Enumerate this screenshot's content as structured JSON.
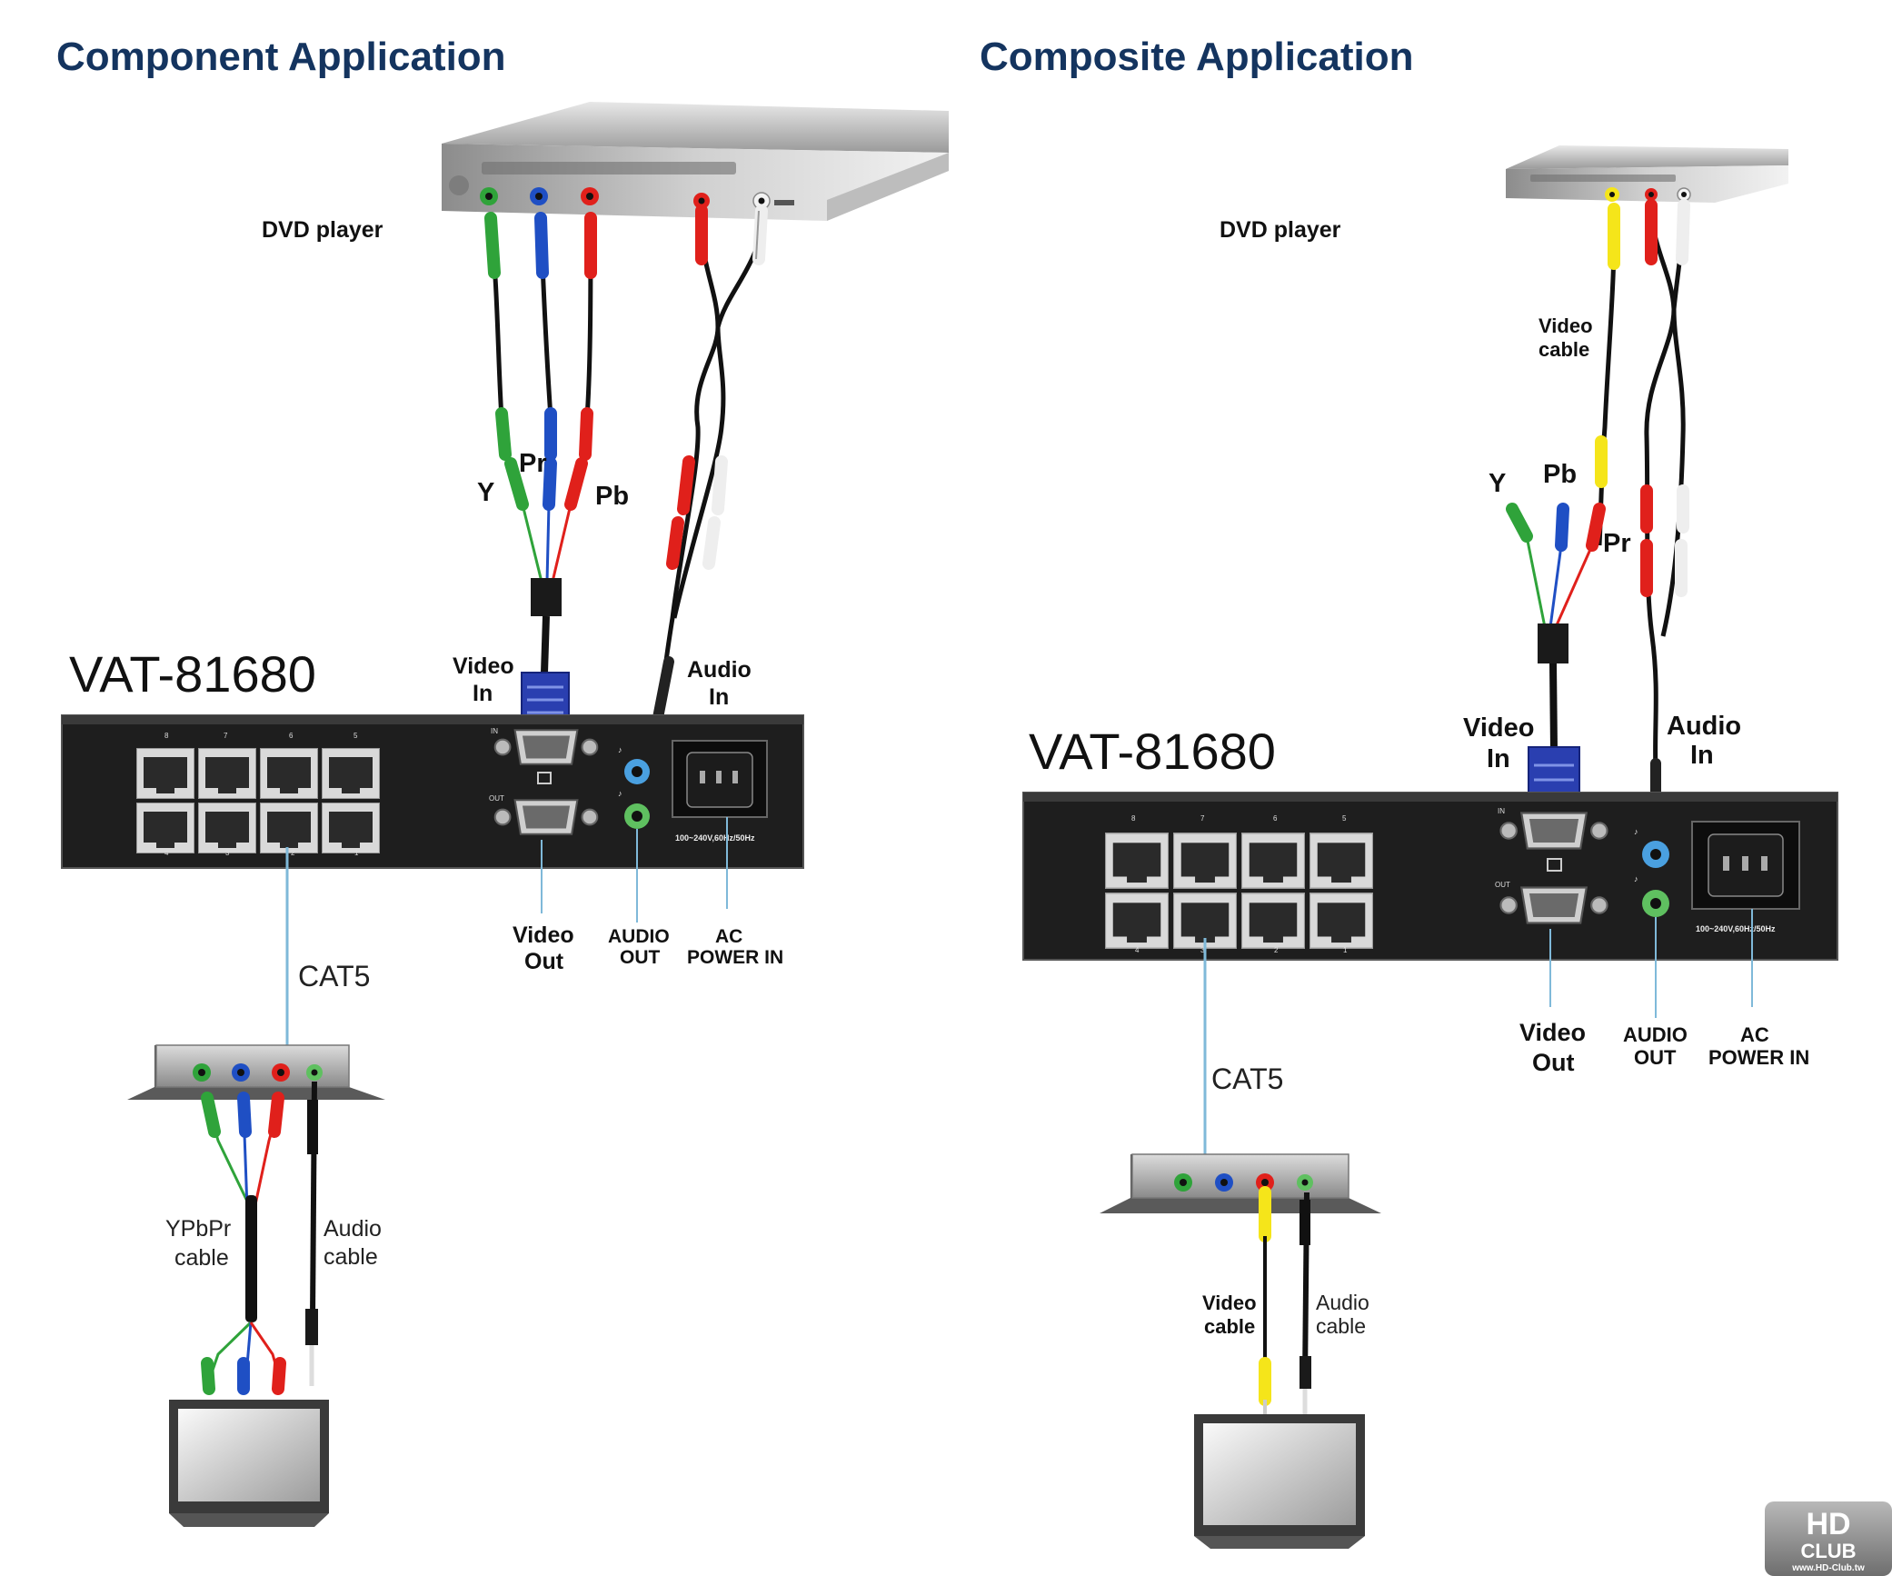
{
  "component": {
    "title": "Component Application",
    "dvd_label": "DVD player",
    "model": "VAT-81680",
    "y_label": "Y",
    "pr_label": "Pr",
    "pb_label": "Pb",
    "video_in_1": "Video",
    "video_in_2": "In",
    "audio_in_1": "Audio",
    "audio_in_2": "In",
    "video_out_1": "Video",
    "video_out_2": "Out",
    "audio_out_1": "AUDIO",
    "audio_out_2": "OUT",
    "ac_1": "AC",
    "ac_2": "POWER IN",
    "cat5": "CAT5",
    "ypbpr_1": "YPbPr",
    "ypbpr_2": "cable",
    "audio_cable_1": "Audio",
    "audio_cable_2": "cable"
  },
  "composite": {
    "title": "Composite Application",
    "dvd_label": "DVD player",
    "model": "VAT-81680",
    "video_cable_1": "Video",
    "video_cable_2": "cable",
    "y_label": "Y",
    "pb_label": "Pb",
    "pr_label": "Pr",
    "video_in_1": "Video",
    "video_in_2": "In",
    "audio_in_1": "Audio",
    "audio_in_2": "In",
    "video_out_1": "Video",
    "video_out_2": "Out",
    "audio_out_1": "AUDIO",
    "audio_out_2": "OUT",
    "ac_1": "AC",
    "ac_2": "POWER IN",
    "cat5": "CAT5",
    "rx_video_1": "Video",
    "rx_video_2": "cable",
    "rx_audio_1": "Audio",
    "rx_audio_2": "cable"
  },
  "panel": {
    "port_numbers_top": [
      "8",
      "7",
      "6",
      "5"
    ],
    "port_numbers_bottom": [
      "4",
      "3",
      "2",
      "1"
    ],
    "in_tag": "IN",
    "out_tag": "OUT",
    "power_spec": "100~240V,60Hz/50Hz"
  },
  "watermark": {
    "line1": "HD",
    "line2": "CLUB",
    "line3": "www.HD-Club.tw"
  },
  "colors": {
    "heading": "#14345f",
    "green": "#2fa33a",
    "blue": "#1f4fc4",
    "red": "#e0201b",
    "yellow": "#f5e51a",
    "signal_line": "#7fb9d9"
  }
}
